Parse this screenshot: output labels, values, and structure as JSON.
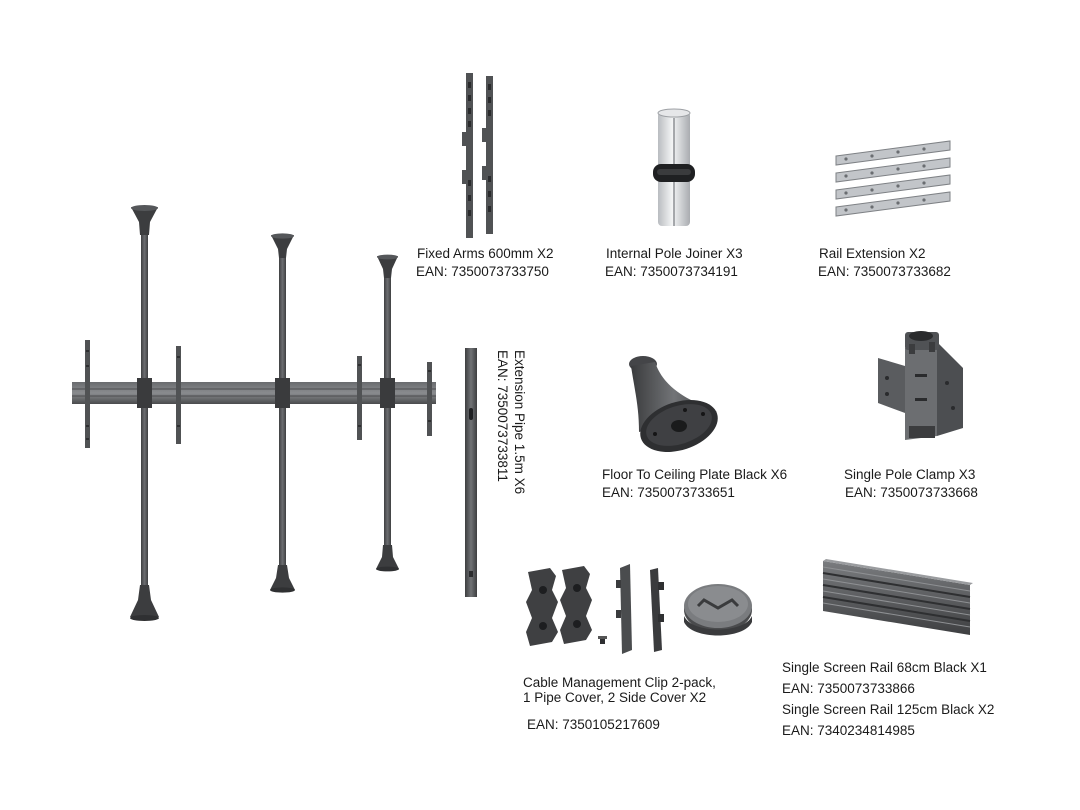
{
  "parts": {
    "fixed_arms": {
      "label": "Fixed Arms 600mm X2",
      "ean": "EAN: 7350073733750"
    },
    "pole_joiner": {
      "label": "Internal Pole Joiner X3",
      "ean": "EAN: 7350073734191"
    },
    "rail_extension": {
      "label": "Rail Extension X2",
      "ean": "EAN: 7350073733682"
    },
    "extension_pipe": {
      "label": "Extension Pipe 1.5m X6",
      "ean": "EAN: 7350073733811"
    },
    "ceiling_plate": {
      "label": "Floor To Ceiling Plate Black X6",
      "ean": "EAN: 7350073733651"
    },
    "pole_clamp": {
      "label": "Single Pole Clamp X3",
      "ean": "EAN: 7350073733668"
    },
    "cable_clip": {
      "label_line1": "Cable Management Clip 2-pack,",
      "label_line2": "1 Pipe Cover, 2 Side Cover X2",
      "ean": "EAN: 7350105217609"
    },
    "rail_68": {
      "label": "Single Screen Rail 68cm Black X1",
      "ean": "EAN: 7350073733866"
    },
    "rail_125": {
      "label": "Single Screen Rail 125cm Black X2",
      "ean": "EAN: 7340234814985"
    }
  },
  "icons": [
    "assembled-stand-icon",
    "fixed-arms-icon",
    "pole-joiner-icon",
    "rail-extension-icon",
    "extension-pipe-icon",
    "ceiling-plate-icon",
    "pole-clamp-icon",
    "cable-clip-icon",
    "screen-rail-icon"
  ],
  "colors": {
    "metal_dark": "#4a4b4d",
    "metal_mid": "#6b6d70",
    "silver": "#c9ccd0",
    "text": "#1a1a1a"
  }
}
